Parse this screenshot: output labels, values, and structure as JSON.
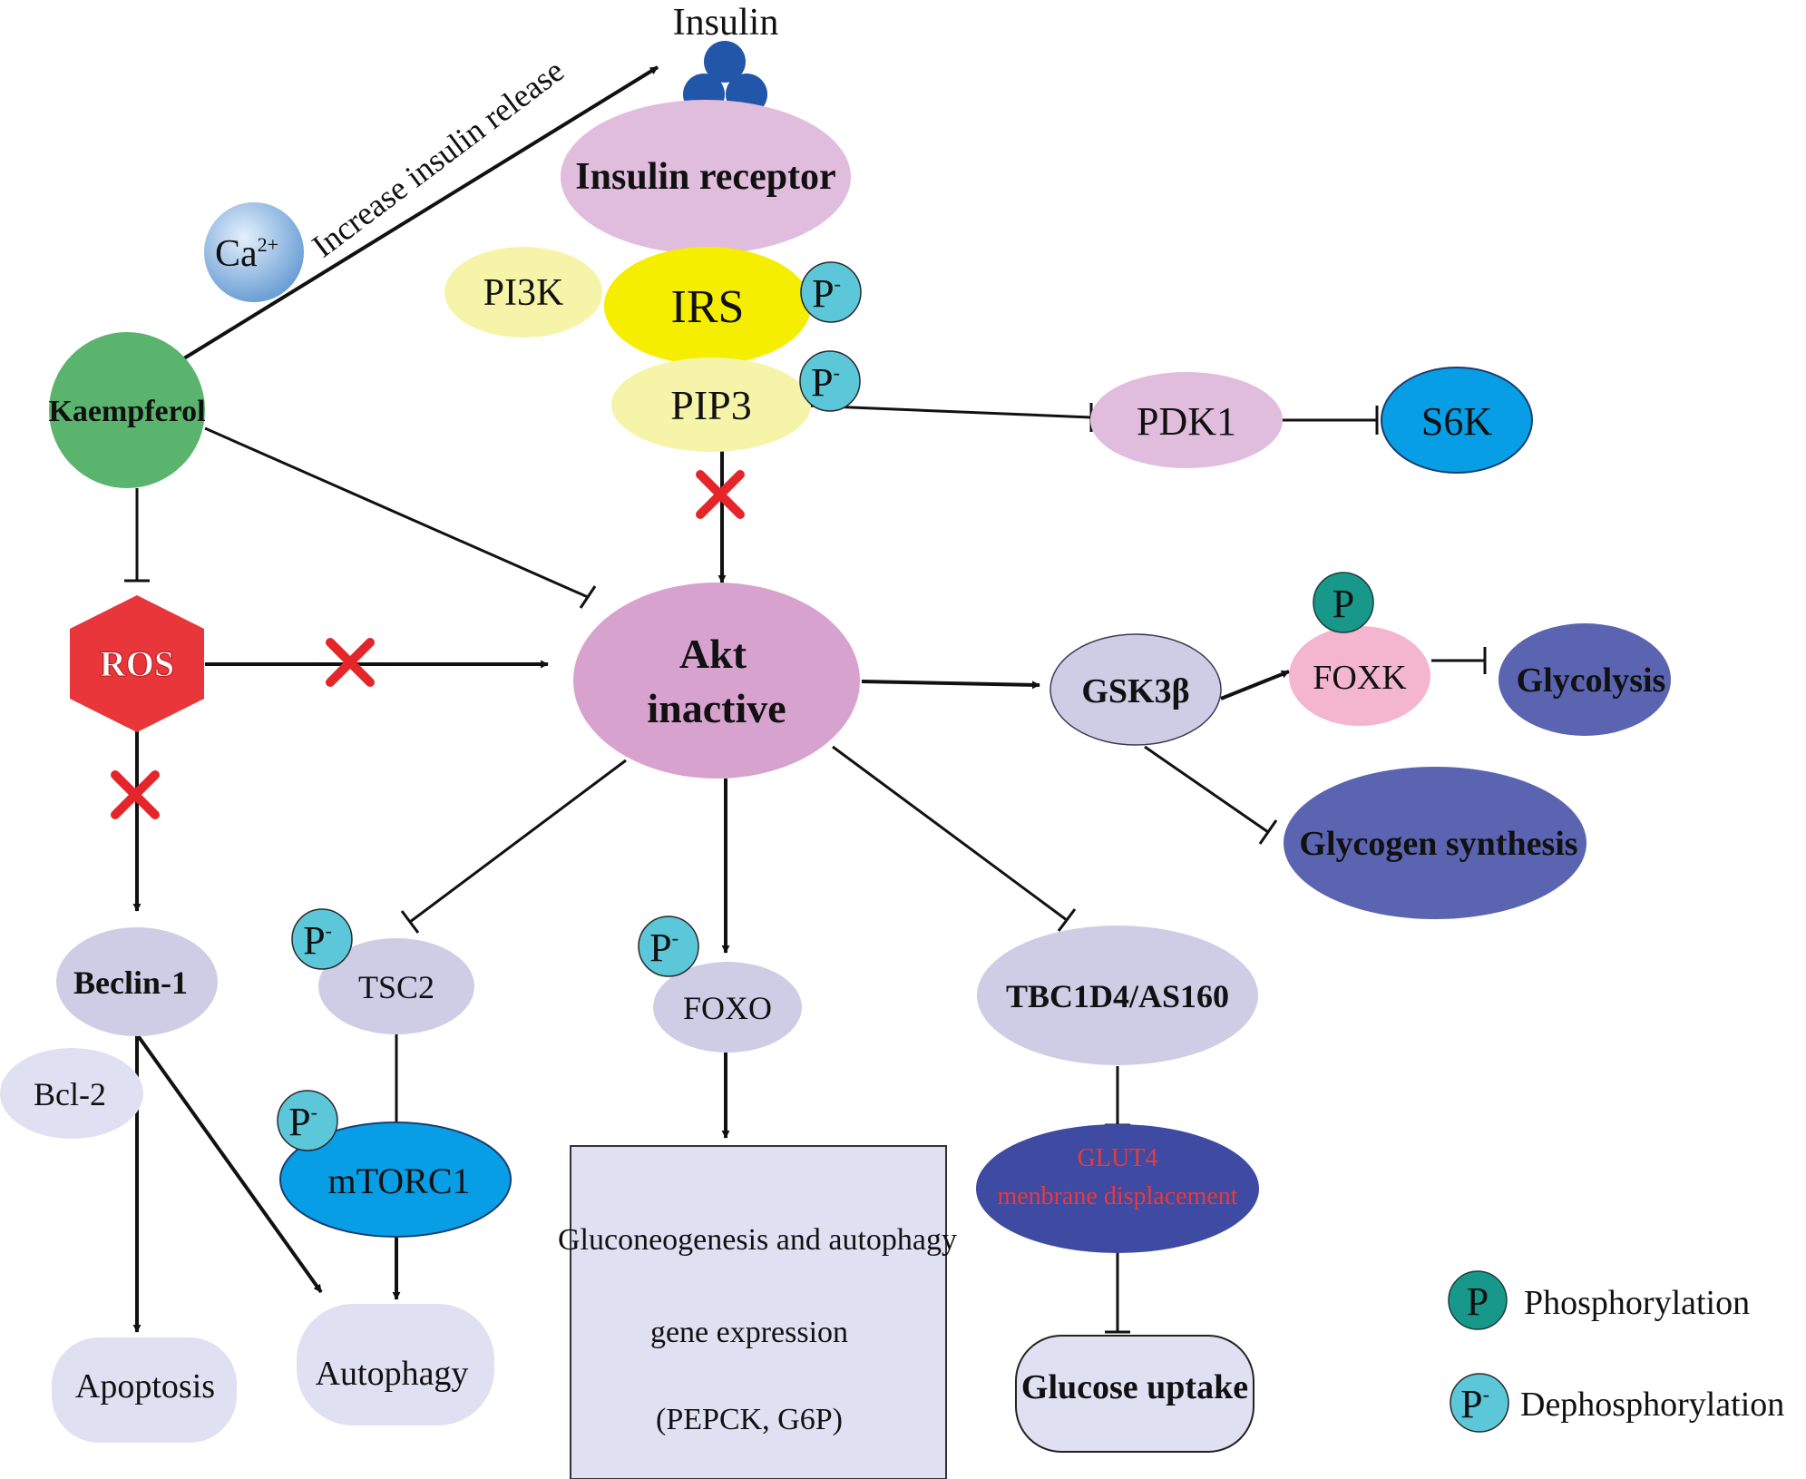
{
  "nodes": {
    "insulin": "Insulin",
    "insulin_receptor": "Insulin receptor",
    "ca": "Ca",
    "ca_sup": "2+",
    "increase_release": "Increase insulin release",
    "pi3k": "PI3K",
    "irs": "IRS",
    "pip3": "PIP3",
    "pdk1": "PDK1",
    "s6k": "S6K",
    "kaempferol": "Kaempferol",
    "ros": "ROS",
    "akt_line1": "Akt",
    "akt_line2": "inactive",
    "gsk3b": "GSK3β",
    "foxk": "FOXK",
    "glycolysis": "Glycolysis",
    "glycogen": "Glycogen synthesis",
    "beclin": "Beclin-1",
    "bcl2": "Bcl-2",
    "tsc2": "TSC2",
    "mtorc1": "mTORC1",
    "foxo": "FOXO",
    "tbc1d4": "TBC1D4/AS160",
    "glut4_line1": "GLUT4",
    "glut4_line2": "menbrane displacement",
    "apoptosis": "Apoptosis",
    "autophagy": "Autophagy",
    "gene_line1": "Gluconeogenesis and autophagy",
    "gene_line2": "gene expression",
    "gene_line3": "(PEPCK, G6P)",
    "glucose_uptake": "Glucose uptake"
  },
  "badges": {
    "phospho": "P",
    "dephospho": "P",
    "dephospho_sup": "-"
  },
  "legend": {
    "phosphorylation": "Phosphorylation",
    "dephosphorylation": "Dephosphorylation"
  },
  "colors": {
    "kaempferol": "#5bb46e",
    "ros": "#e8363a",
    "akt": "#d8a2cf",
    "receptor": "#e1bddd",
    "irs": "#f5ee00",
    "pi3k": "#f6f4a8",
    "lavender": "#cfcde6",
    "light_lavender": "#e0e0f3",
    "blue": "#089ee6",
    "dark_blue": "#5a64b0",
    "navy": "#3f4aa3",
    "pink": "#f4b5cf",
    "teal": "#17988a",
    "cyan": "#5bc7d8",
    "insulin": "#2256a8",
    "inhibit_x": "#e4262a",
    "glut4_text": "#e83a3a"
  }
}
